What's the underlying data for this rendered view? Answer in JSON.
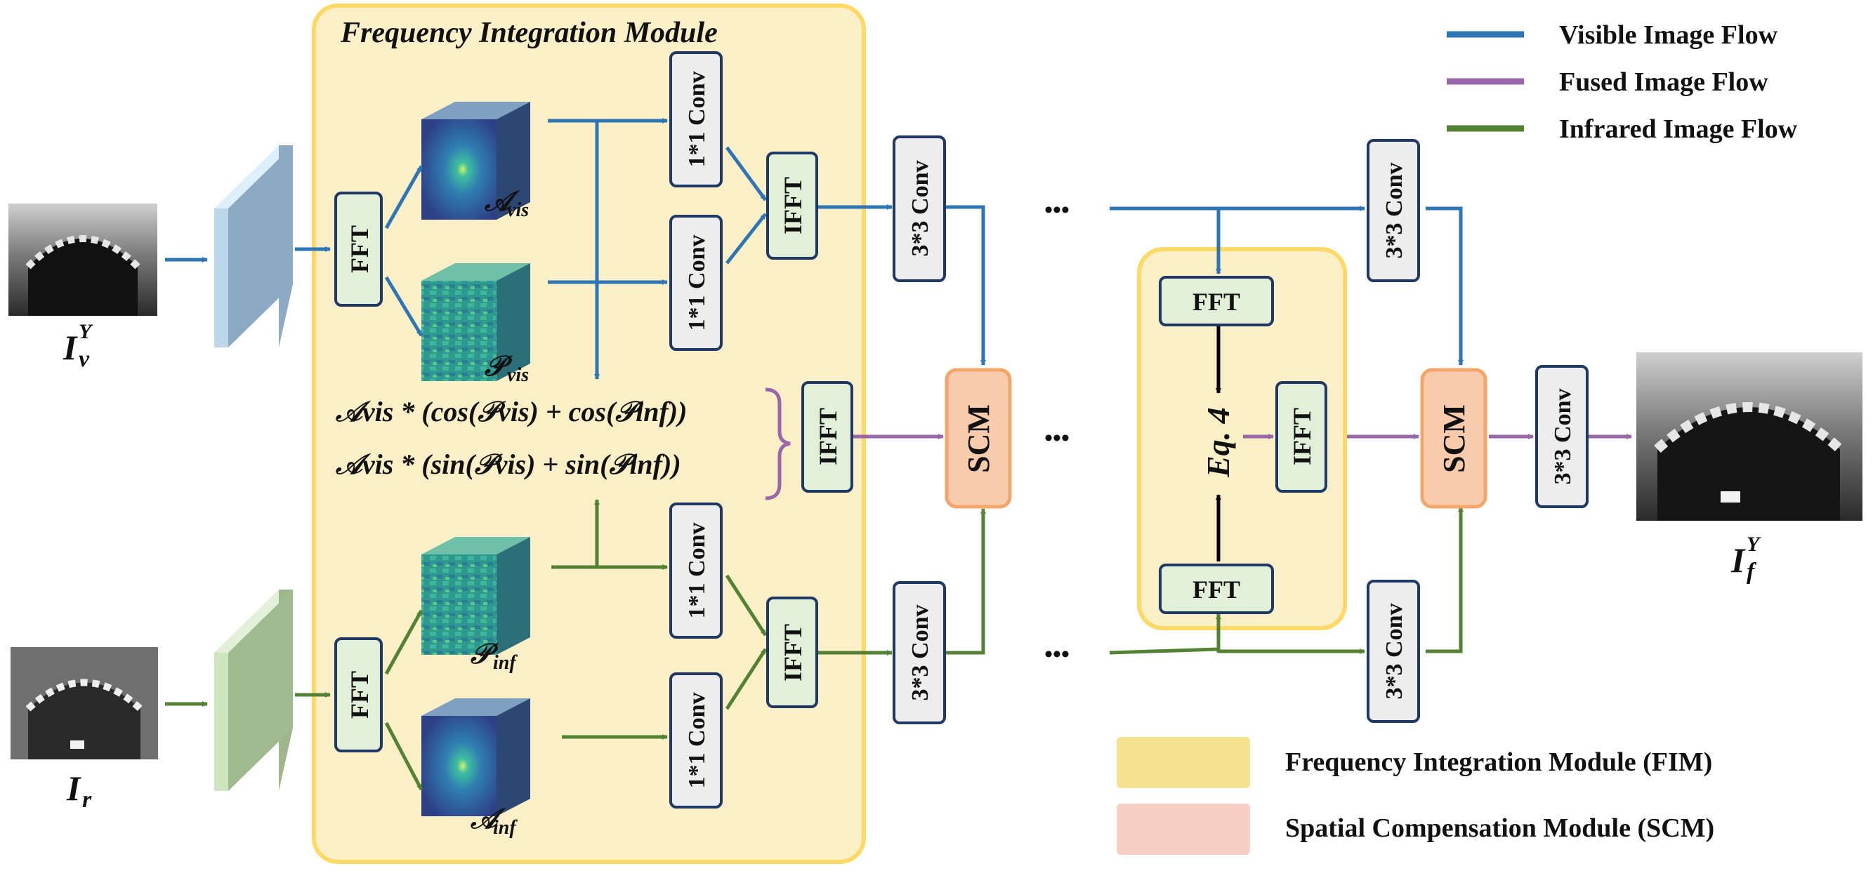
{
  "fim_title": "Frequency Integration Module",
  "legend": {
    "visible": "Visible Image Flow",
    "fused": "Fused Image Flow",
    "infrared": "Infrared Image Flow",
    "fim": "Frequency Integration Module (FIM)",
    "scm": "Spatial Compensation Module (SCM)"
  },
  "blocks": {
    "fft": "FFT",
    "ifft": "IFFT",
    "conv1": "1*1 Conv",
    "conv3": "3*3 Conv",
    "scm": "SCM",
    "eq4": "Eq. 4"
  },
  "ellipsis": "•••",
  "labels": {
    "iv_main": "I",
    "iv_sub": "v",
    "iv_sup": "Y",
    "ir_main": "I",
    "ir_sub": "r",
    "if_main": "I",
    "if_sub": "f",
    "if_sup": "Y",
    "a_vis_main": "𝒜",
    "a_vis_sub": "vis",
    "p_vis_main": "𝒫",
    "p_vis_sub": "vis",
    "p_inf_main": "𝒫",
    "p_inf_sub": "inf",
    "a_inf_main": "𝒜",
    "a_inf_sub": "inf"
  },
  "equations": {
    "eq1": "𝒜vis * (cos(𝒫vis) + cos(𝒫inf))",
    "eq2": "𝒜vis * (sin(𝒫vis) + sin(𝒫inf))"
  },
  "colors": {
    "visible_flow": "#2e75b6",
    "fused_flow": "#9966a8",
    "infrared_flow": "#548235",
    "fim_fill": "#fbefc7",
    "fim_border": "#ffd966",
    "scm_fill": "#f8cbad",
    "scm_border": "#f4a66a",
    "block_fill": "#e2f0d9",
    "block_border": "#203864",
    "conv_fill": "#ededed"
  }
}
